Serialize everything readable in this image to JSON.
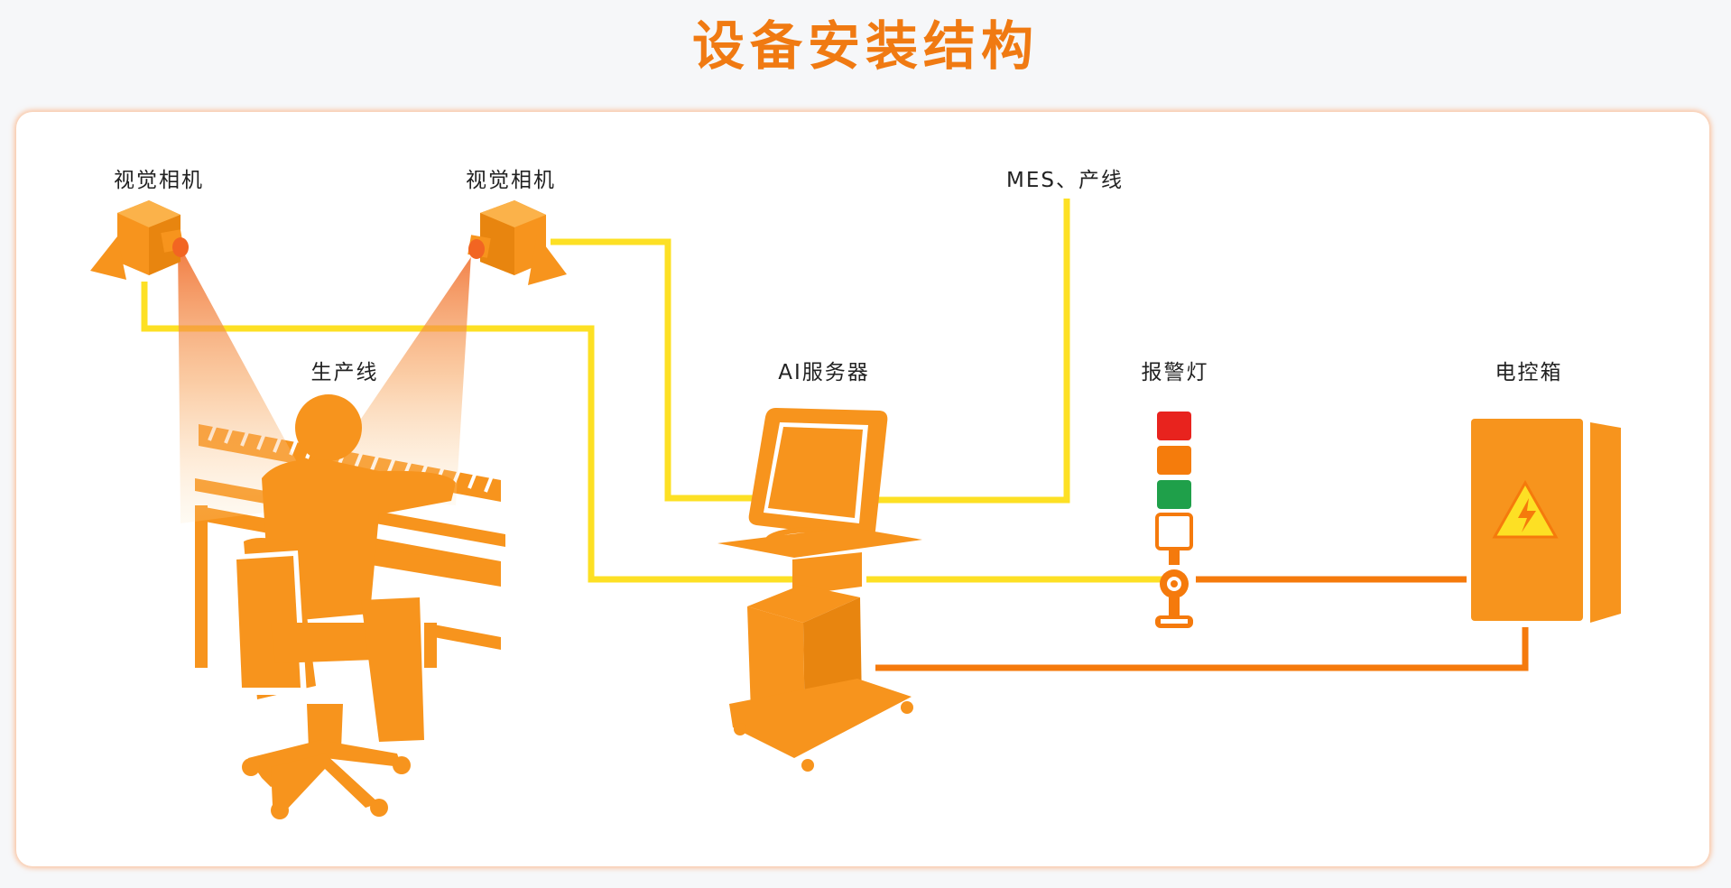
{
  "title": "设备安装结构",
  "labels": {
    "camera_left": "视觉相机",
    "camera_right": "视觉相机",
    "mes": "MES、产线",
    "production_line": "生产线",
    "ai_server": "AI服务器",
    "alarm_light": "报警灯",
    "control_box": "电控箱"
  },
  "colors": {
    "accent": "#f7941d",
    "title": "#f07a12",
    "data_line": "#fde024",
    "power_line": "#f57a0c",
    "light_red": "#e8231e",
    "light_orange": "#f57c0c",
    "light_green": "#1fa04a"
  }
}
